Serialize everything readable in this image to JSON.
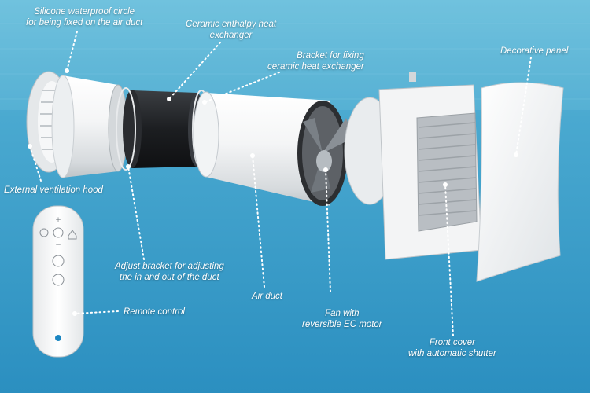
{
  "colors": {
    "wall_top": "#5fb7d6",
    "wall_bottom": "#2f93c2",
    "tube": "#f2f3f4",
    "exchanger": "#1d1f22",
    "label_text": "#ffffff"
  },
  "labels": {
    "silicone_circle": [
      "Silicone waterproof circle",
      "for being fixed on the air duct"
    ],
    "ceramic_exchanger": [
      "Ceramic enthalpy heat",
      "exchanger"
    ],
    "bracket_fixing": [
      "Bracket for fixing",
      "ceramic heat exchanger"
    ],
    "decorative_panel": [
      "Decorative panel"
    ],
    "external_hood": [
      "External ventilation hood"
    ],
    "adjust_bracket": [
      "Adjust bracket for adjusting",
      "the in and out of the duct"
    ],
    "remote_control": [
      "Remote control"
    ],
    "air_duct": [
      "Air duct"
    ],
    "fan_motor": [
      "Fan with",
      "reversible EC motor"
    ],
    "front_cover": [
      "Front cover",
      "with automatic shutter"
    ]
  },
  "icons": {
    "remote_buttons": [
      "plus-icon",
      "minus-icon",
      "bulb-icon",
      "fan-icon",
      "house-icon",
      "cycle-icon",
      "power-icon"
    ]
  }
}
